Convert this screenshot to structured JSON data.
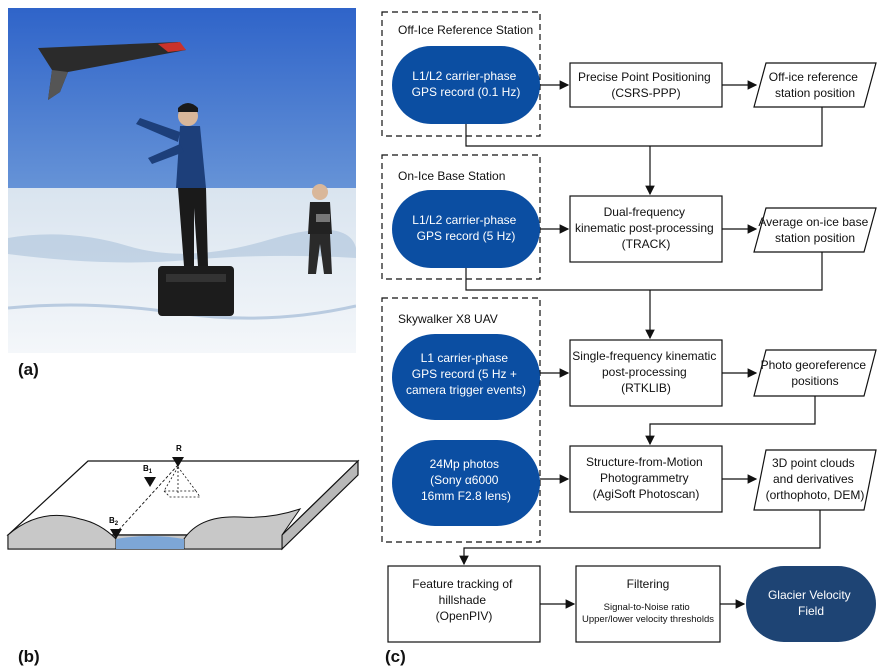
{
  "panel_labels": {
    "a": "(a)",
    "b": "(b)",
    "c": "(c)"
  },
  "sketch_labels": {
    "r": "R",
    "b1_main": "B",
    "b1_sub": "1",
    "b2_main": "B",
    "b2_sub": "2"
  },
  "groups": {
    "off_ice": "Off-Ice Reference Station",
    "on_ice": "On-Ice Base Station",
    "uav": "Skywalker X8 UAV"
  },
  "nodes": {
    "office_gps": [
      "L1/L2 carrier-phase",
      "GPS record (0.1 Hz)"
    ],
    "ppp": [
      "Precise Point Positioning",
      "(CSRS-PPP)"
    ],
    "office_pos": [
      "Off-ice reference",
      "station position"
    ],
    "onice_gps": [
      "L1/L2 carrier-phase",
      "GPS record (5 Hz)"
    ],
    "dual_freq": [
      "Dual-frequency",
      "kinematic post-processing",
      "(TRACK)"
    ],
    "onice_pos": [
      "Average on-ice base",
      "station position"
    ],
    "uav_gps": [
      "L1 carrier-phase",
      "GPS record (5 Hz +",
      "camera trigger events)"
    ],
    "single_freq": [
      "Single-frequency kinematic",
      "post-processing",
      "(RTKLIB)"
    ],
    "photo_geo": [
      "Photo georeference",
      "positions"
    ],
    "photos": [
      "24Mp photos",
      "(Sony α6000",
      "16mm F2.8 lens)"
    ],
    "sfm": [
      "Structure-from-Motion",
      "Photogrammetry",
      "(AgiSoft Photoscan)"
    ],
    "point_clouds": [
      "3D point clouds",
      "and derivatives",
      "(orthophoto, DEM)"
    ],
    "feature_tracking": [
      "Feature tracking of",
      "hillshade",
      "(OpenPIV)"
    ],
    "filtering_title": "Filtering",
    "filtering_detail": [
      "Signal-to-Noise ratio",
      "Upper/lower velocity thresholds"
    ],
    "velocity": [
      "Glacier Velocity",
      "Field"
    ]
  },
  "colors": {
    "node_blue": "#0b4ea2",
    "ice_blue": "#7da6d6",
    "terrain_gray": "#c8c8c8"
  }
}
